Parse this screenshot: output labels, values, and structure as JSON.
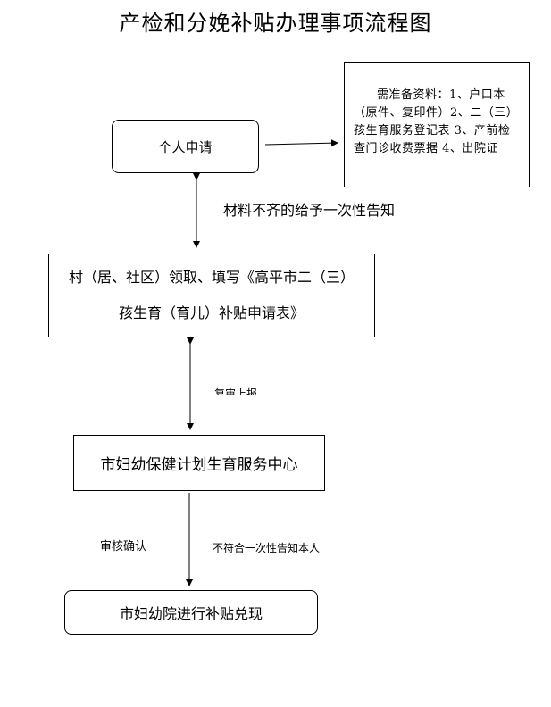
{
  "title": "产检和分娩补贴办理事项流程图",
  "nodes": {
    "personal_application": "个人申请",
    "required_materials": "需准备资料：1、户口本（原件、复印件）2、二（三）孩生育服务登记表 3、产前检查门诊收费票据 4、出院证",
    "village_line1": "村（居、社区）领取、填写《高平市二（三）",
    "village_line2": "孩生育（育儿）补贴申请表》",
    "center": "市妇幼保健计划生育服务中心",
    "hospital": "市妇幼院进行补贴兑现"
  },
  "edge_labels": {
    "incomplete_materials": "材料不齐的给予一次性告知",
    "review_report": "复审上报",
    "review_confirm": "审核确认",
    "not_eligible": "不符合一次性告知本人"
  }
}
